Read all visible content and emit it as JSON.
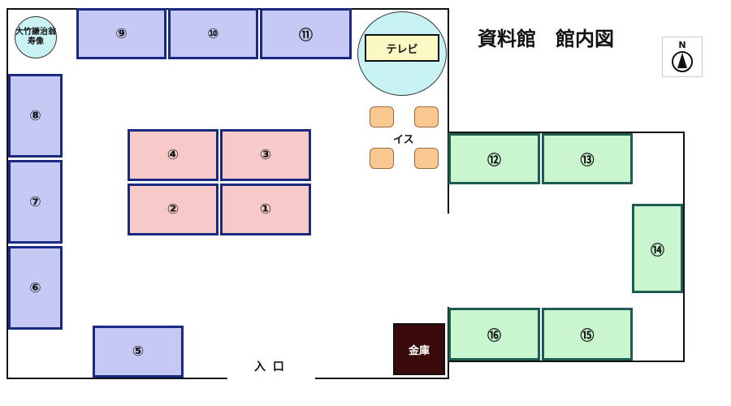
{
  "title": "資料館　館内図",
  "compass_label": "N",
  "statue_label": [
    "大竹謙治翁",
    "寿像"
  ],
  "tv_label": "テレビ",
  "chairs_label": "イス",
  "safe_label": "金庫",
  "entrance_label": "入 口",
  "cases": {
    "c1": "①",
    "c2": "②",
    "c3": "③",
    "c4": "④",
    "c5": "⑤",
    "c6": "⑥",
    "c7": "⑦",
    "c8": "⑧",
    "c9": "⑨",
    "c10": "⑩",
    "c11": "⑪",
    "c12": "⑫",
    "c13": "⑬",
    "c14": "⑭",
    "c15": "⑮",
    "c16": "⑯"
  },
  "colors": {
    "wall_cases": "#c7c9f5",
    "center_cases": "#f7c9c9",
    "annex_cases": "#c9f5cf",
    "case_border": "#1a2a80",
    "annex_border": "#1e5c52",
    "tv_circle": "#c8f2f4",
    "tv_box": "#fbf8c4",
    "chairs": "#f8c890",
    "safe": "#3a0a0a"
  }
}
